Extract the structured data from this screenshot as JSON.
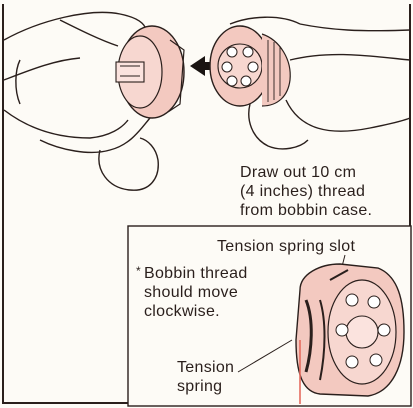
{
  "labels": {
    "draw_out": [
      "Draw  out  10  cm",
      "(4 inches) thread",
      "from bobbin case."
    ],
    "tension_spring_slot": "Tension spring slot",
    "bobbin_note_asterisk": "*",
    "bobbin_note": [
      "Bobbin thread",
      "should move",
      "clockwise."
    ],
    "tension_spring": [
      "Tension",
      "spring"
    ]
  },
  "colors": {
    "line": "#2a1f1c",
    "bobbin_fill": "#f3c9c0",
    "thread": "#e56b5f",
    "arrow": "#1a1412"
  },
  "icons": [
    "hand",
    "bobbin",
    "bobbin-case",
    "arrow-left"
  ]
}
